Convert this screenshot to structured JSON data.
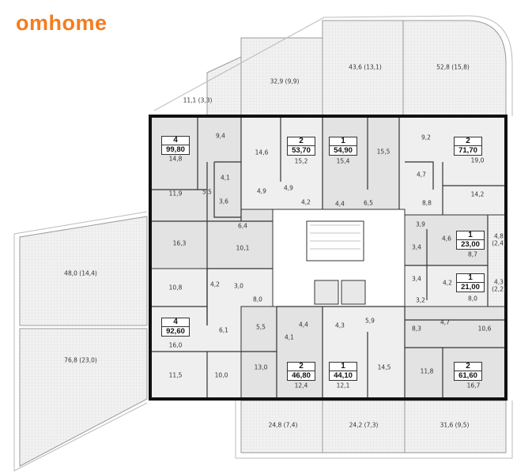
{
  "brand": {
    "logo": "omhome",
    "color": "#f47c20"
  },
  "apartments": [
    {
      "rooms": "4",
      "area": "99,80"
    },
    {
      "rooms": "2",
      "area": "53,70"
    },
    {
      "rooms": "1",
      "area": "54,90"
    },
    {
      "rooms": "2",
      "area": "71,70"
    },
    {
      "rooms": "1",
      "area": "23,00"
    },
    {
      "rooms": "1",
      "area": "21,00"
    },
    {
      "rooms": "4",
      "area": "92,60"
    },
    {
      "rooms": "2",
      "area": "46,80"
    },
    {
      "rooms": "1",
      "area": "44,10"
    },
    {
      "rooms": "2",
      "area": "61,60"
    }
  ],
  "rooms": [
    "14,8",
    "9,4",
    "11,9",
    "5,5",
    "4,1",
    "3,6",
    "14,6",
    "4,9",
    "4,9",
    "15,2",
    "4,2",
    "4,4",
    "15,4",
    "15,5",
    "6,5",
    "9,2",
    "4,7",
    "8,8",
    "19,0",
    "14,2",
    "6,4",
    "16,3",
    "10,1",
    "3,9",
    "4,6",
    "3,4",
    "8,7",
    "3,4",
    "4,2",
    "3,2",
    "8,0",
    "10,8",
    "4,2",
    "3,0",
    "8,0",
    "6,1",
    "5,5",
    "4,1",
    "4,4",
    "4,3",
    "5,9",
    "16,0",
    "11,5",
    "10,0",
    "13,0",
    "12,4",
    "12,1",
    "14,5",
    "8,3",
    "4,7",
    "10,6",
    "11,8",
    "16,7"
  ],
  "balconies": [
    [
      "4,8",
      "(2,4)"
    ],
    [
      "4,3",
      "(2,2)"
    ]
  ],
  "terraces": [
    "11,1 (3,3)",
    "32,9 (9,9)",
    "43,6 (13,1)",
    "52,8 (15,8)",
    "48,0 (14,4)",
    "76,8 (23,0)",
    "24,8 (7,4)",
    "24,2 (7,3)",
    "31,6 (9,5)"
  ]
}
